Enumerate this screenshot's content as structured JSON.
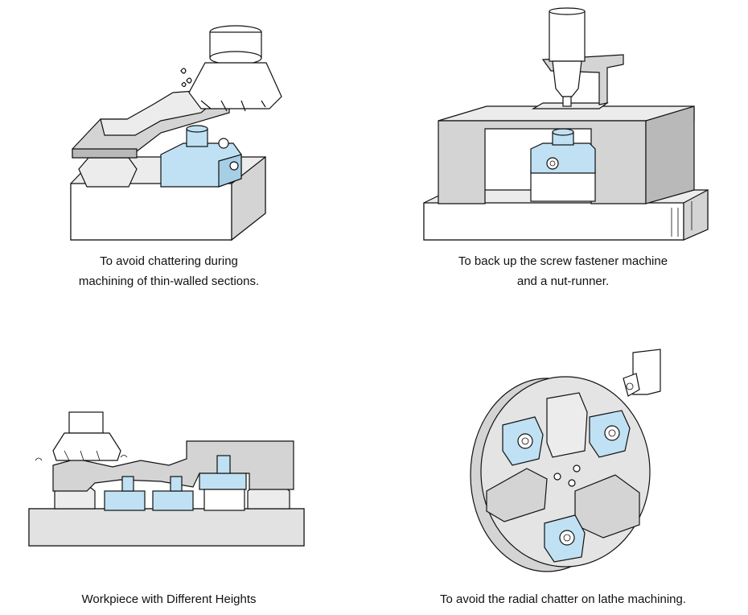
{
  "captions": {
    "top_left": [
      "To avoid chattering during",
      "machining of thin-walled sections."
    ],
    "top_right": [
      "To back up the screw fastener machine",
      "and a nut-runner."
    ],
    "bottom_left": [
      "Workpiece with Different Heights"
    ],
    "bottom_right": [
      "To avoid the radial chatter on lathe machining."
    ]
  },
  "colors": {
    "support_blue": "#bfe1f3",
    "machine_grey": "#d4d4d4",
    "base_light": "#ececec"
  },
  "icons": [
    "milling-cutter-icon",
    "spindle-icon",
    "lathe-chuck-icon",
    "work-support-icon"
  ]
}
